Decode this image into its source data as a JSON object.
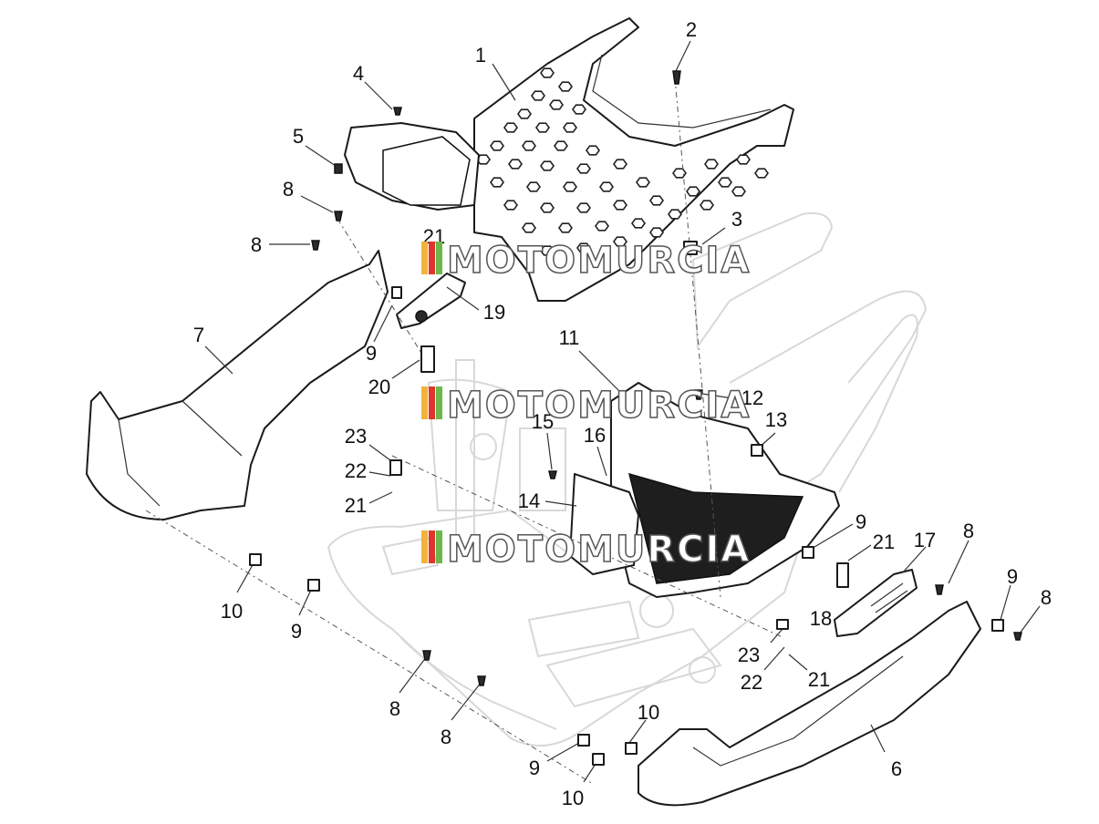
{
  "watermark": {
    "text": "MOTOMURCIA",
    "colors": [
      "#f2b23b",
      "#e2342b",
      "#6bb84a"
    ]
  },
  "callouts": [
    {
      "id": "c1",
      "text": "1"
    },
    {
      "id": "c2",
      "text": "2"
    },
    {
      "id": "c3",
      "text": "3"
    },
    {
      "id": "c4",
      "text": "4"
    },
    {
      "id": "c5",
      "text": "5"
    },
    {
      "id": "c8a",
      "text": "8"
    },
    {
      "id": "c8b",
      "text": "8"
    },
    {
      "id": "c21a",
      "text": "21"
    },
    {
      "id": "c19",
      "text": "19"
    },
    {
      "id": "c7",
      "text": "7"
    },
    {
      "id": "c9a",
      "text": "9"
    },
    {
      "id": "c20",
      "text": "20"
    },
    {
      "id": "c11",
      "text": "11"
    },
    {
      "id": "c12",
      "text": "12"
    },
    {
      "id": "c13",
      "text": "13"
    },
    {
      "id": "c15",
      "text": "15"
    },
    {
      "id": "c16",
      "text": "16"
    },
    {
      "id": "c23a",
      "text": "23"
    },
    {
      "id": "c22a",
      "text": "22"
    },
    {
      "id": "c21b",
      "text": "21"
    },
    {
      "id": "c14",
      "text": "14"
    },
    {
      "id": "c9b",
      "text": "9"
    },
    {
      "id": "c21c",
      "text": "21"
    },
    {
      "id": "c17",
      "text": "17"
    },
    {
      "id": "c8c",
      "text": "8"
    },
    {
      "id": "c9c",
      "text": "9"
    },
    {
      "id": "c8d",
      "text": "8"
    },
    {
      "id": "c18",
      "text": "18"
    },
    {
      "id": "c10a",
      "text": "10"
    },
    {
      "id": "c9d",
      "text": "9"
    },
    {
      "id": "c23b",
      "text": "23"
    },
    {
      "id": "c22b",
      "text": "22"
    },
    {
      "id": "c21d",
      "text": "21"
    },
    {
      "id": "c8e",
      "text": "8"
    },
    {
      "id": "c8f",
      "text": "8"
    },
    {
      "id": "c10b",
      "text": "10"
    },
    {
      "id": "c9e",
      "text": "9"
    },
    {
      "id": "c6",
      "text": "6"
    },
    {
      "id": "c10c",
      "text": "10"
    }
  ]
}
